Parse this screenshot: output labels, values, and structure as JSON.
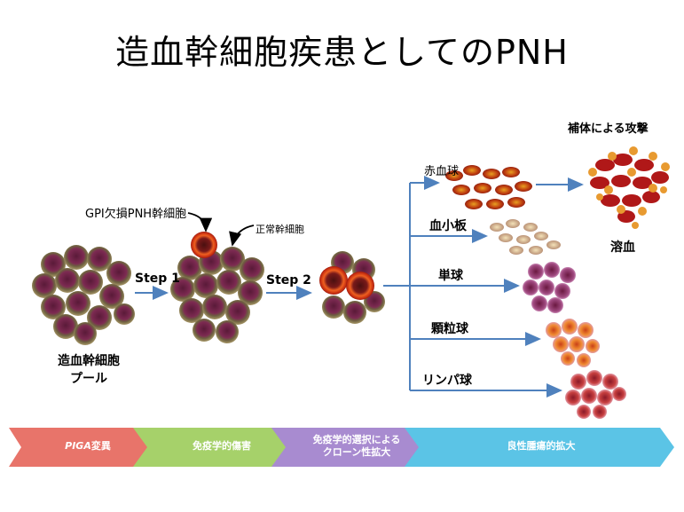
{
  "title": "造血幹細胞疾患としてのPNH",
  "labels": {
    "pool_line1": "造血幹細胞",
    "pool_line2": "プール",
    "step1": "Step 1",
    "step2": "Step 2",
    "gpi_deficient": "GPI欠損PNH幹細胞",
    "normal_stem": "正常幹細胞",
    "rbc": "赤血球",
    "platelet": "血小板",
    "monocyte": "単球",
    "granulocyte": "顆粒球",
    "lymphocyte": "リンパ球",
    "complement_attack": "補体による攻撃",
    "hemolysis": "溶血"
  },
  "progression": {
    "stage1_prefix": "PIGA",
    "stage1_suffix": "変異",
    "stage2": "免疫学的傷害",
    "stage3_line1": "免疫学的選択による",
    "stage3_line2": "クローン性拡大",
    "stage4": "良性腫瘍的拡大"
  },
  "colors": {
    "stage1": "#e8746a",
    "stage2": "#a6d16a",
    "stage3": "#a88bd0",
    "stage4": "#5bc4e6",
    "arrow": "#4f81bd",
    "cell_ring": "#8a7a48",
    "cell_core": "#7a2a4a",
    "pnh_cell": "#e0481e"
  }
}
